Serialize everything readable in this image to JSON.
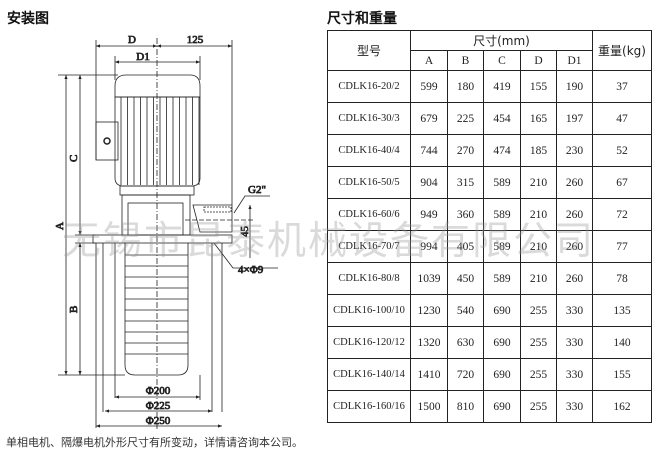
{
  "drawing": {
    "title": "安装图",
    "labels": {
      "D": "D",
      "dim125": "125",
      "D1": "D1",
      "A": "A",
      "B": "B",
      "C": "C",
      "G2": "G2\"",
      "dim45": "45",
      "holes": "4×Φ9",
      "phi200": "Φ200",
      "phi225": "Φ225",
      "phi250": "Φ250"
    }
  },
  "table": {
    "title": "尺寸和重量",
    "header": {
      "model": "型号",
      "size": "尺寸(mm)",
      "weight": "重量(kg)",
      "cols": [
        "A",
        "B",
        "C",
        "D",
        "D1"
      ]
    },
    "rows": [
      [
        "CDLK16-20/2",
        "599",
        "180",
        "419",
        "155",
        "190",
        "37"
      ],
      [
        "CDLK16-30/3",
        "679",
        "225",
        "454",
        "165",
        "197",
        "47"
      ],
      [
        "CDLK16-40/4",
        "744",
        "270",
        "474",
        "185",
        "230",
        "52"
      ],
      [
        "CDLK16-50/5",
        "904",
        "315",
        "589",
        "210",
        "260",
        "67"
      ],
      [
        "CDLK16-60/6",
        "949",
        "360",
        "589",
        "210",
        "260",
        "72"
      ],
      [
        "CDLK16-70/7",
        "994",
        "405",
        "589",
        "210",
        "260",
        "77"
      ],
      [
        "CDLK16-80/8",
        "1039",
        "450",
        "589",
        "210",
        "260",
        "78"
      ],
      [
        "CDLK16-100/10",
        "1230",
        "540",
        "690",
        "255",
        "330",
        "135"
      ],
      [
        "CDLK16-120/12",
        "1320",
        "630",
        "690",
        "255",
        "330",
        "140"
      ],
      [
        "CDLK16-140/14",
        "1410",
        "720",
        "690",
        "255",
        "330",
        "155"
      ],
      [
        "CDLK16-160/16",
        "1500",
        "810",
        "690",
        "255",
        "330",
        "162"
      ]
    ]
  },
  "footer": "单相电机、隔爆电机外形尺寸有所变动，详情请咨询本公司。",
  "watermark": "无锡市昆泰机械设备有限公司"
}
